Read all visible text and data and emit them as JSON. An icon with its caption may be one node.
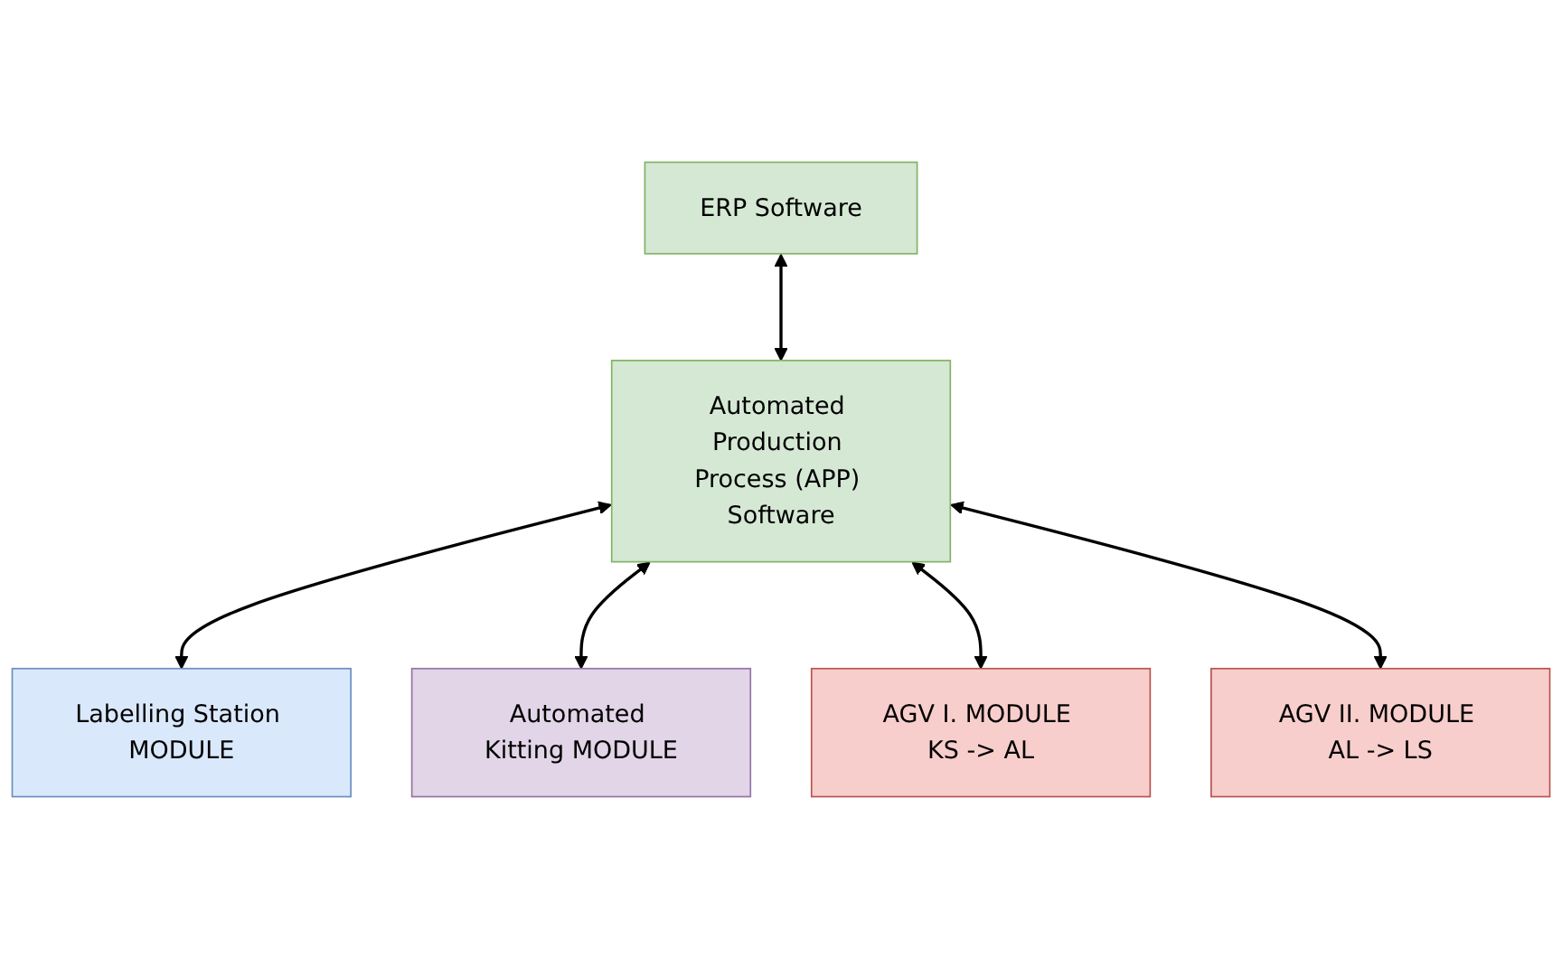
{
  "diagram": {
    "nodes": [
      {
        "text": [
          "ERP Software"
        ]
      },
      {
        "text": [
          "Automated Production Process (APP) Software"
        ]
      },
      {
        "text": [
          "Labelling Station MODULE"
        ]
      },
      {
        "text": [
          "Automated Kitting MODULE"
        ]
      },
      {
        "text": [
          "AGV I. MODULE KS -> AL"
        ]
      },
      {
        "text": [
          "AGV II. MODULE AL -> LS"
        ]
      }
    ],
    "edges": [
      {
        "from": 0,
        "to": 1,
        "arrow": "both"
      },
      {
        "from": 1,
        "to": 2,
        "arrow": "both"
      },
      {
        "from": 1,
        "to": 3,
        "arrow": "both"
      },
      {
        "from": 1,
        "to": 4,
        "arrow": "both"
      },
      {
        "from": 1,
        "to": 5,
        "arrow": "both"
      }
    ]
  }
}
